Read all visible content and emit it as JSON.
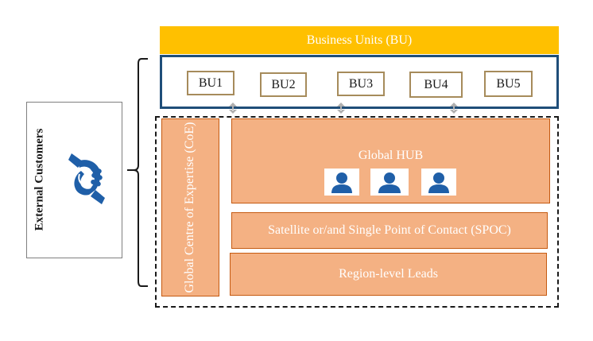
{
  "external": {
    "label": "External Customers",
    "icon": "handshake-icon"
  },
  "business_units": {
    "title": "Business Units (BU)",
    "units": [
      "BU1",
      "BU2",
      "BU3",
      "BU4",
      "BU5"
    ]
  },
  "organization": {
    "coe_label": "Global Centre of Expertise (CoE)",
    "hub_label": "Global HUB",
    "spoc_label": "Satellite or/and Single Point of Contact (SPOC)",
    "leads_label": "Region-level Leads",
    "hub_icons": [
      "person-icon",
      "person-icon",
      "person-icon"
    ]
  },
  "colors": {
    "header": "#ffc000",
    "panel_border": "#1f4e79",
    "unit_fill": "#f4b183",
    "icon_blue": "#1f5fa8"
  }
}
